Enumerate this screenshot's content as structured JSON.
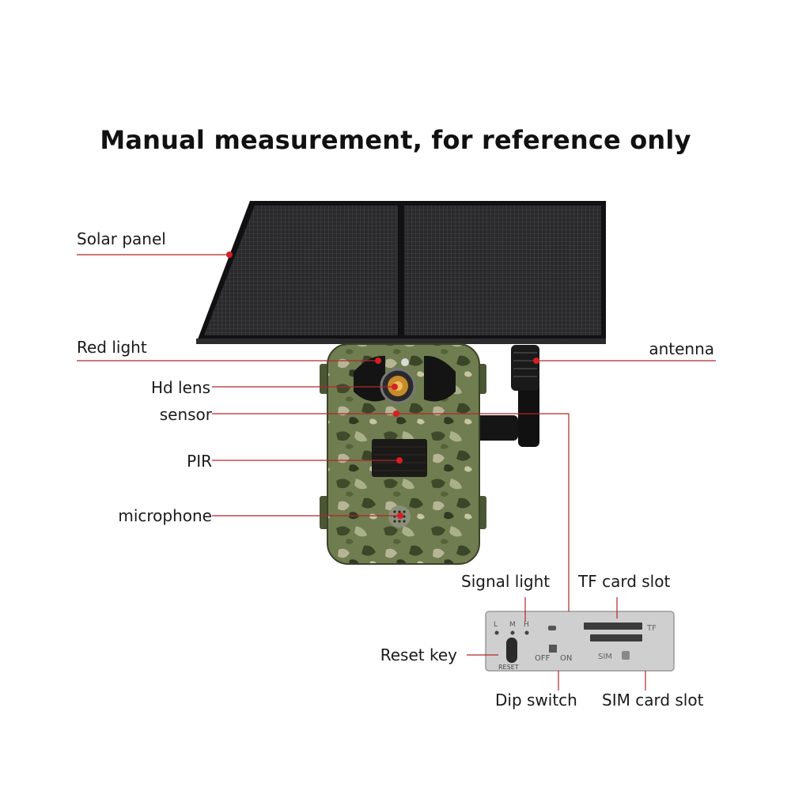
{
  "title": "Manual measurement, for reference only",
  "labels": {
    "solar_panel": "Solar panel",
    "red_light": "Red light",
    "hd_lens": "Hd lens",
    "sensor": "sensor",
    "pir": "PIR",
    "microphone": "microphone",
    "antenna": "antenna",
    "signal_light": "Signal light",
    "tf_card_slot": "TF card slot",
    "reset_key": "Reset key",
    "dip_switch": "Dip switch",
    "sim_card_slot": "SIM card slot"
  },
  "port_panel": {
    "led_labels": [
      "L",
      "M",
      "H"
    ],
    "reset_text": "RESET",
    "off_text": "OFF",
    "on_text": "ON",
    "tf_text": "TF",
    "sim_text": "SIM"
  },
  "colors": {
    "leader_line": "#b3262a",
    "marker_dot": "#d81e22",
    "panel": "#1d1d1f",
    "camo_base": "#6b7a4c"
  }
}
